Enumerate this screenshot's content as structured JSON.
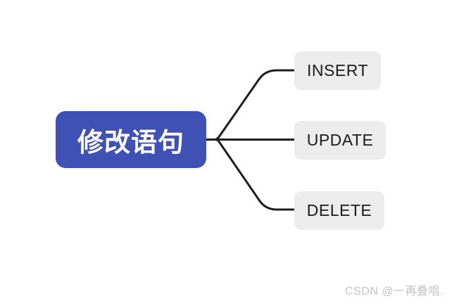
{
  "mindmap": {
    "type": "mindmap",
    "root": {
      "label": "修改语句",
      "bg_color": "#3f51b5",
      "text_color": "#ffffff"
    },
    "children": [
      {
        "label": "INSERT"
      },
      {
        "label": "UPDATE"
      },
      {
        "label": "DELETE"
      }
    ],
    "child_bg_color": "#ececec",
    "child_text_color": "#1a1a1a",
    "connector_color": "#1e1e1e",
    "background_color": "#ffffff"
  },
  "watermark": {
    "text": "CSDN @一再叠唱."
  }
}
